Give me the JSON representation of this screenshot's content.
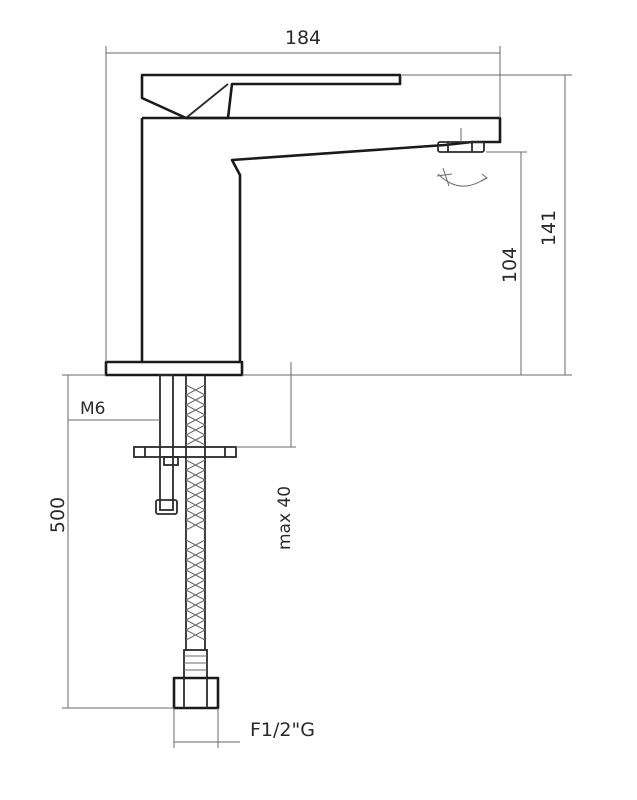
{
  "dimensions": {
    "width_total": "184",
    "height_total": "141",
    "spout_height": "104",
    "hose_length": "500",
    "max_thickness": "max 40",
    "stud_thread": "M6",
    "connection": "F1/2\"G"
  },
  "icons": {
    "rotation": "rotation-arrow-icon"
  }
}
